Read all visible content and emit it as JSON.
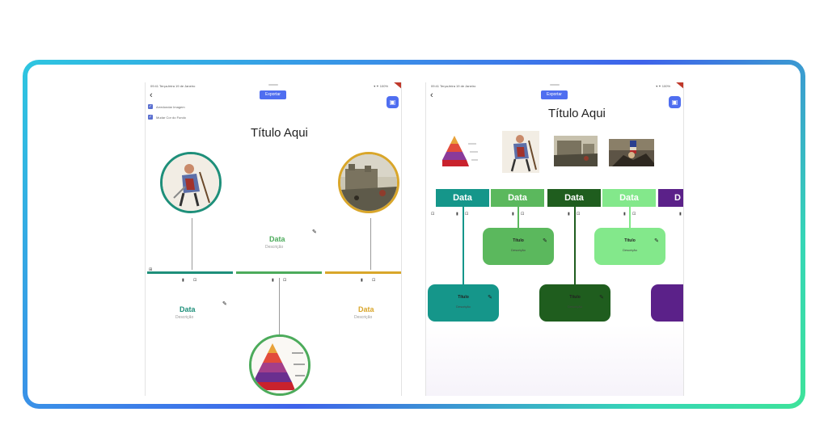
{
  "tablet1": {
    "status_time": "09:41 Terça-feira 19 de Janeiro",
    "status_icons": "▾ ✦ 100%",
    "export_label": "Exportar",
    "checkbox1_label": "Arredondar Imagem",
    "checkbox2_label": "Mudar Cor do Fundo",
    "title": "Título Aqui",
    "events": [
      {
        "data": "Data",
        "desc": "Descrição",
        "color": "#1e8f7a"
      },
      {
        "data": "Data",
        "desc": "Descrição",
        "color": "#4cab5b"
      },
      {
        "data": "Data",
        "desc": "Descrição",
        "color": "#d9a62a"
      }
    ]
  },
  "tablet2": {
    "status_time": "09:41 Terça-feira 19 de Janeiro",
    "status_icons": "▾ ✦ 100%",
    "export_label": "Exportar",
    "title": "Título Aqui",
    "segments": [
      {
        "label": "Data",
        "color": "#15968a"
      },
      {
        "label": "Data",
        "color": "#5bb85d"
      },
      {
        "label": "Data",
        "color": "#1f5d1e"
      },
      {
        "label": "Data",
        "color": "#83e88b"
      },
      {
        "label": "D",
        "color": "#5b2189"
      }
    ],
    "cards": [
      {
        "title": "Título",
        "desc": "Descrição",
        "color": "#15968a"
      },
      {
        "title": "Título",
        "desc": "Descrição",
        "color": "#5bb85d"
      },
      {
        "title": "Título",
        "desc": "Descrição",
        "color": "#1f5d1e"
      },
      {
        "title": "Título",
        "desc": "Descrição",
        "color": "#83e88b"
      },
      {
        "title": "",
        "desc": "",
        "color": "#5b2189"
      }
    ]
  },
  "colors": {
    "accent": "#4f6ef0"
  }
}
